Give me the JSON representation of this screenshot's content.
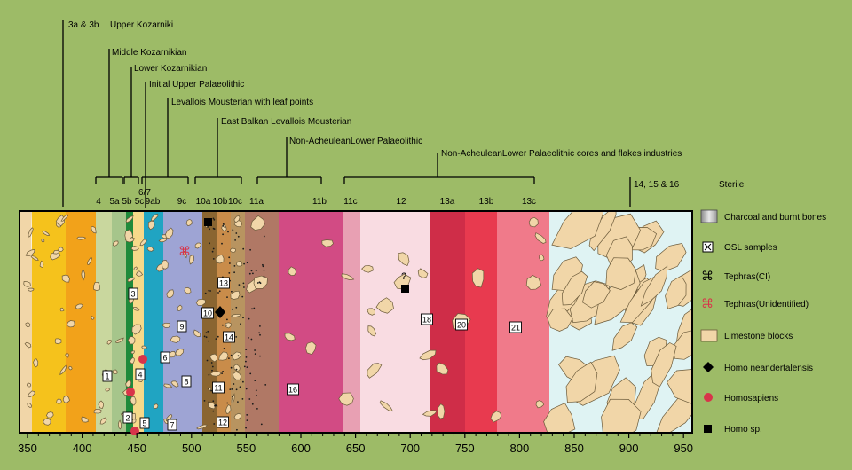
{
  "colors": {
    "background": "#9dbb67",
    "frame": "#000000",
    "limestone": "#f1d6a8",
    "homo_sapiens": "#d8344a",
    "tephra_unidentified": "#d8344a"
  },
  "periods": [
    {
      "label": "3a & 3b",
      "sub": "Upper Kozarniki"
    },
    {
      "label": "Middle Kozarnikian"
    },
    {
      "label": "Lower Kozarnikian"
    },
    {
      "label": "Initial Upper Palaeolithic"
    },
    {
      "label": "Levallois Mousterian with leaf points"
    },
    {
      "label": "East Balkan Levallois Mousterian"
    },
    {
      "label": "Non-AcheuleanLower  Palaeolithic"
    },
    {
      "label": "Non-AcheuleanLower Palaeolithic cores and flakes industries"
    },
    {
      "label": "14, 15 & 16",
      "sub": "Sterile"
    }
  ],
  "layers": [
    "4",
    "5a",
    "5b",
    "5c",
    "6/7",
    "9ab",
    "9c",
    "10a",
    "10b",
    "10c",
    "11a",
    "11b",
    "11c",
    "12",
    "13a",
    "13b",
    "13c"
  ],
  "axis": {
    "ticks": [
      "350",
      "400",
      "450",
      "500",
      "550",
      "600",
      "650",
      "700",
      "750",
      "800",
      "850",
      "900",
      "950"
    ]
  },
  "samples": [
    "1",
    "2",
    "3",
    "4",
    "5",
    "6",
    "7",
    "8",
    "9",
    "10",
    "11",
    "12",
    "13",
    "14",
    "16",
    "18",
    "20",
    "21"
  ],
  "question_mark": "?",
  "legend": [
    {
      "label": "Charcoal and burnt bones",
      "symbol": "charcoal-swatch-icon"
    },
    {
      "label": "OSL samples",
      "symbol": "osl-box-icon"
    },
    {
      "label": "Tephras(CI)",
      "symbol": "tephra-ci-icon"
    },
    {
      "label": "Tephras(Unidentified)",
      "symbol": "tephra-unidentified-icon"
    },
    {
      "label": "Limestone blocks",
      "symbol": "limestone-swatch-icon"
    },
    {
      "label": "Homo neandertalensis",
      "symbol": "diamond-icon"
    },
    {
      "label": "Homosapiens",
      "symbol": "red-dot-icon"
    },
    {
      "label": "Homo sp.",
      "symbol": "black-square-icon"
    }
  ]
}
